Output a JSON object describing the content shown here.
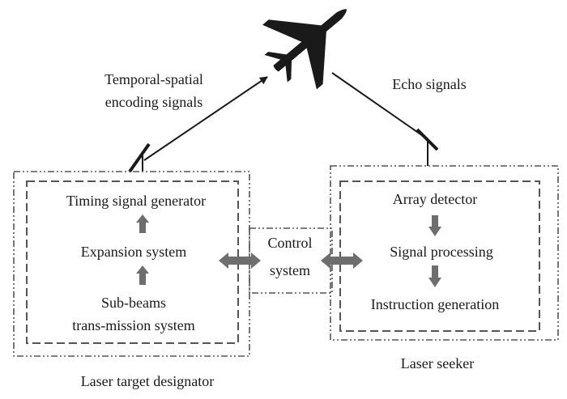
{
  "labels": {
    "temporal_line1": "Temporal-spatial",
    "temporal_line2": "encoding signals",
    "echo": "Echo signals",
    "timing": "Timing signal generator",
    "expansion": "Expansion system",
    "subbeams_line1": "Sub-beams",
    "subbeams_line2": "trans-mission system",
    "control_line1": "Control",
    "control_line2": "system",
    "array": "Array detector",
    "signal": "Signal processing",
    "instruction": "Instruction generation",
    "designator": "Laser target designator",
    "seeker": "Laser seeker"
  },
  "icons": {
    "aircraft": "airplane-icon"
  },
  "colors": {
    "ink": "#1a1a1a",
    "arrow_fill": "#6e6e6e",
    "border": "#555555"
  }
}
